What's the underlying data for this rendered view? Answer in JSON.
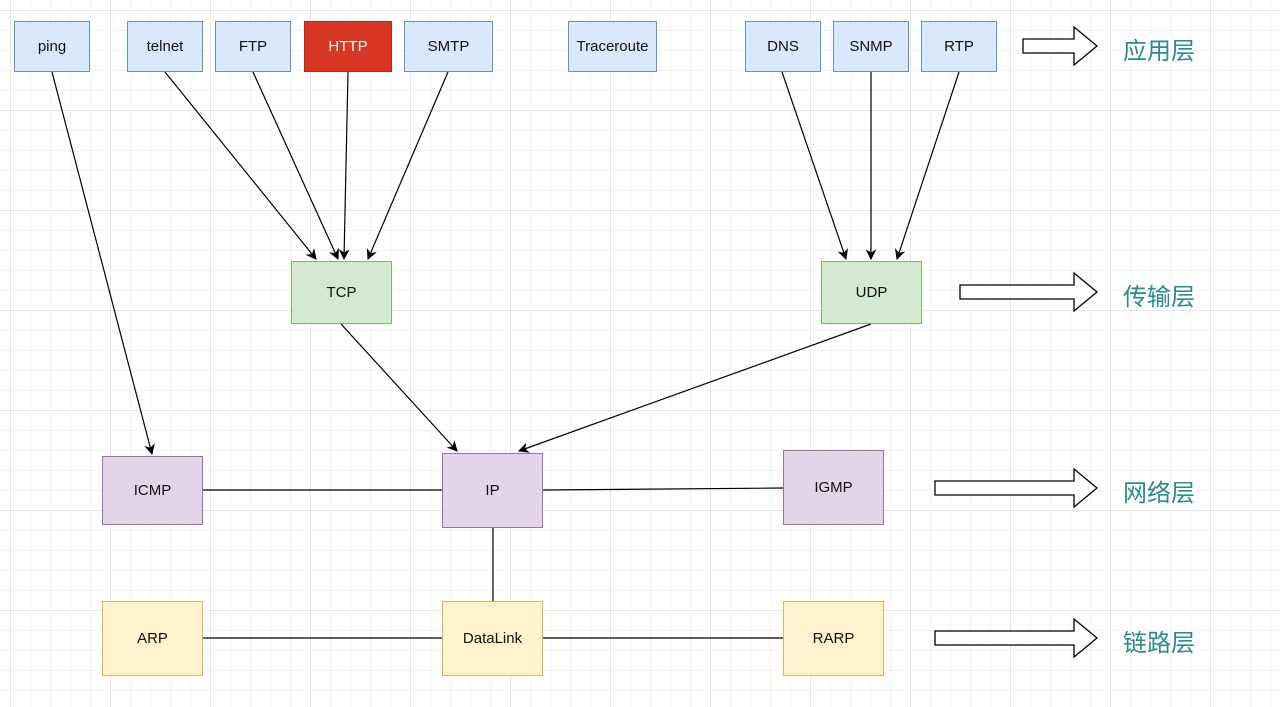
{
  "nodes": {
    "ping": "ping",
    "telnet": "telnet",
    "ftp": "FTP",
    "http": "HTTP",
    "smtp": "SMTP",
    "traceroute": "Traceroute",
    "dns": "DNS",
    "snmp": "SNMP",
    "rtp": "RTP",
    "tcp": "TCP",
    "udp": "UDP",
    "icmp": "ICMP",
    "ip": "IP",
    "igmp": "IGMP",
    "arp": "ARP",
    "datalink": "DataLink",
    "rarp": "RARP"
  },
  "layers": {
    "application": "应用层",
    "transport": "传输层",
    "network": "网络层",
    "link": "链路层"
  },
  "colors": {
    "application_fill": "#dae8fc",
    "highlight_fill": "#d93726",
    "transport_fill": "#d5e8d4",
    "network_fill": "#e1d5e7",
    "link_fill": "#fff2cc",
    "layer_label": "#2a8c8c"
  }
}
